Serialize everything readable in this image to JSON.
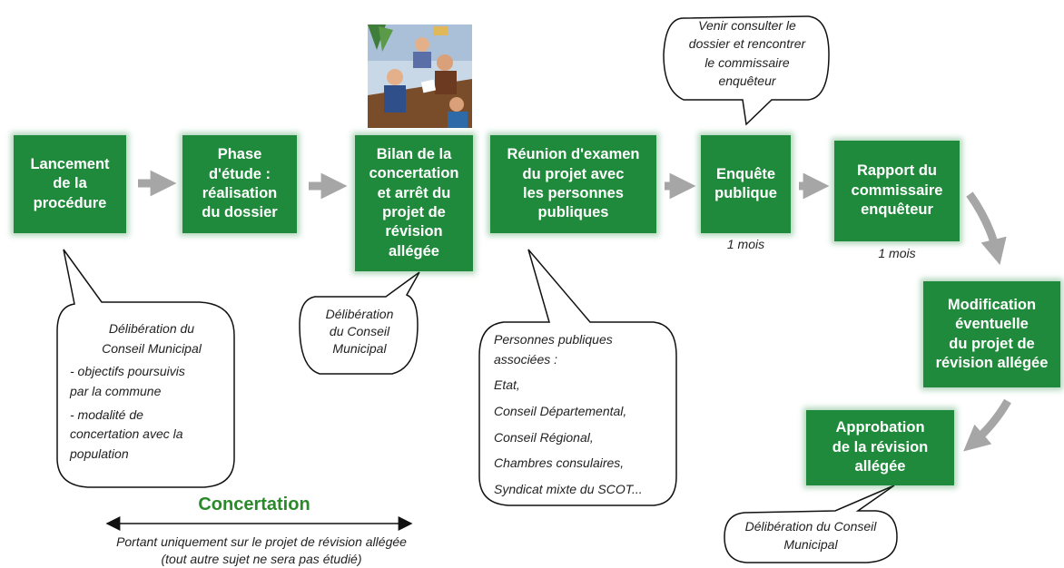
{
  "steps": [
    {
      "id": "lancement",
      "label": "Lancement\nde la\nprocédure"
    },
    {
      "id": "phase",
      "label": "Phase\nd'étude :\nréalisation\ndu dossier"
    },
    {
      "id": "bilan",
      "label": "Bilan de la\nconcertation\net arrêt du\nprojet de\nrévision\nallégée"
    },
    {
      "id": "reunion",
      "label": "Réunion d'examen\ndu projet avec\nles personnes\npubliques"
    },
    {
      "id": "enquete",
      "label": "Enquête\npublique"
    },
    {
      "id": "rapport",
      "label": "Rapport du\ncommissaire\nenquêteur"
    },
    {
      "id": "modification",
      "label": "Modification\néventuelle\ndu projet de\nrévision allégée"
    },
    {
      "id": "approbation",
      "label": "Approbation\nde la révision\nallégée"
    }
  ],
  "durations": {
    "enquete": "1 mois",
    "rapport": "1 mois"
  },
  "bubbles": {
    "consulter": [
      "Venir consulter le",
      "dossier et rencontrer",
      "le commissaire",
      "enquêteur"
    ],
    "lancement": [
      "Délibération du",
      "Conseil Municipal",
      "- objectifs poursuivis",
      "par la commune",
      "- modalité de",
      "concertation avec la",
      "population"
    ],
    "bilan": [
      "Délibération",
      "du Conseil",
      "Municipal"
    ],
    "ppa": [
      "Personnes publiques",
      "associées :",
      "Etat,",
      "Conseil Départemental,",
      "Conseil Régional,",
      "Chambres consulaires,",
      "Syndicat mixte du SCOT..."
    ],
    "approbation": [
      "Délibération du Conseil",
      "Municipal"
    ]
  },
  "concertation": {
    "title": "Concertation",
    "line1": "Portant uniquement sur le projet de révision allégée",
    "line2": "(tout autre sujet ne sera pas étudié)"
  },
  "colors": {
    "box": "#1f8a3b",
    "arrow": "#a6a6a6",
    "accent_text": "#2a8a2a"
  }
}
